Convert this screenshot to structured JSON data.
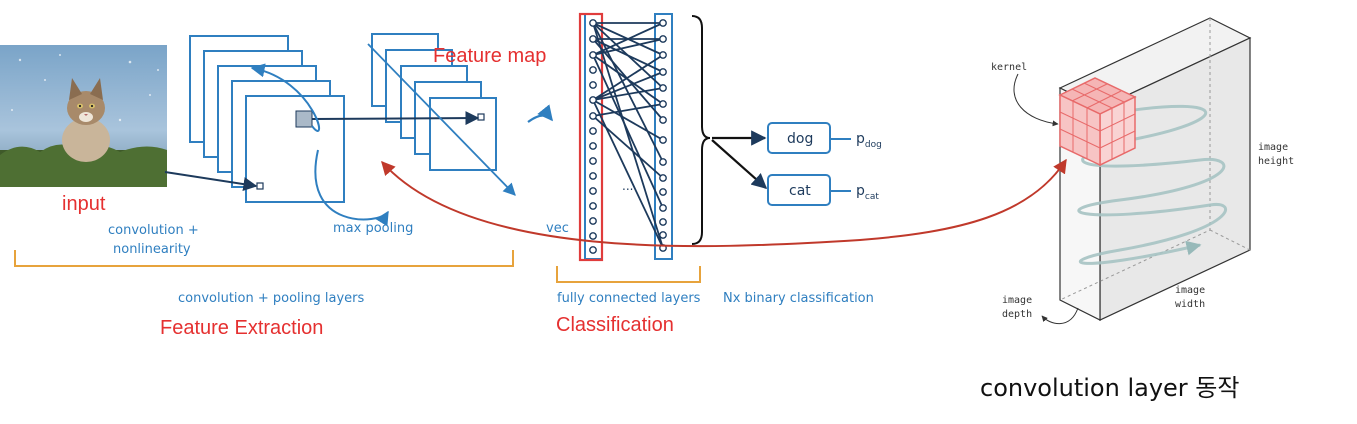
{
  "colors": {
    "diagram_blue": "#2f7fc0",
    "navy": "#1d3a5c",
    "bracket_orange": "#e7a33c",
    "annotation_red": "#e53030",
    "arrow_red": "#c0392b",
    "kernel_red": "#e86a6a",
    "kernel_fill": "#f7c4c4"
  },
  "cnn": {
    "input_label": "input",
    "feature_map_label": "Feature map",
    "conv_label_line1": "convolution +",
    "conv_label_line2": "nonlinearity",
    "max_pooling_label": "max pooling",
    "vec_label": "vec",
    "ellipsis": "...",
    "conv_pool_layers_label": "convolution + pooling layers",
    "feature_extraction_label": "Feature Extraction",
    "fully_connected_label": "fully connected layers",
    "classification_label": "Classification",
    "binary_classification_label": "Nx binary classification",
    "outputs": [
      {
        "class": "dog",
        "prob_base": "p",
        "prob_sub": "dog"
      },
      {
        "class": "cat",
        "prob_base": "p",
        "prob_sub": "cat"
      }
    ]
  },
  "conv_layer": {
    "kernel_label": "kernel",
    "image_height_line1": "image",
    "image_height_line2": "height",
    "image_width_line1": "image",
    "image_width_line2": "width",
    "image_depth_line1": "image",
    "image_depth_line2": "depth",
    "title": "convolution layer 동작"
  }
}
